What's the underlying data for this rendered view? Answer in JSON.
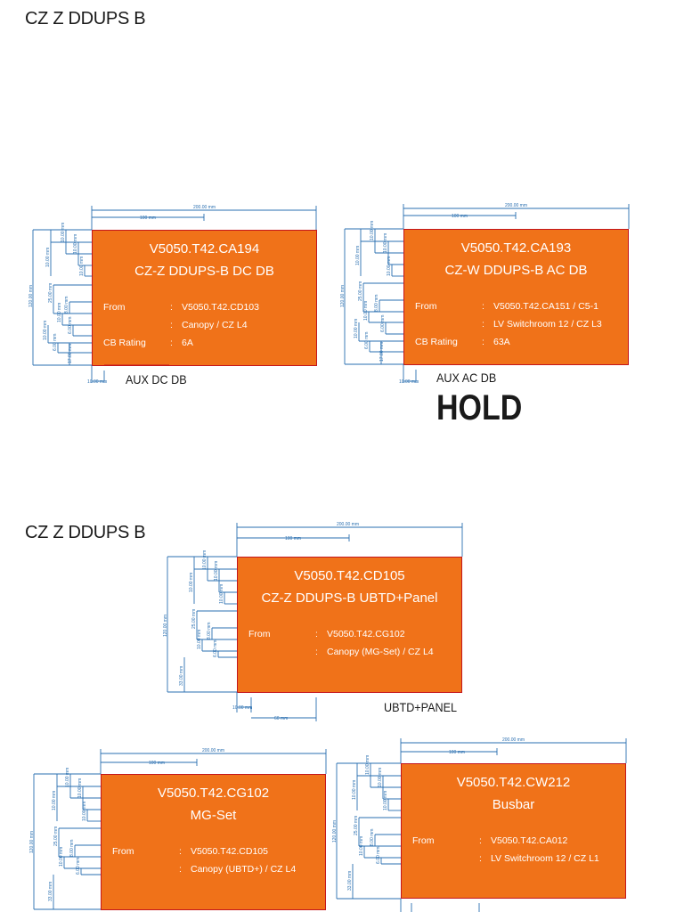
{
  "sections": [
    {
      "title": "CZ Z DDUPS B"
    },
    {
      "title": "CZ Z DDUPS B"
    }
  ],
  "hold_text": "HOLD",
  "labels": [
    {
      "code": "V5050.T42.CA194",
      "name": "CZ-Z DDUPS-B DC DB",
      "rows": [
        {
          "key": "From",
          "sep": ":",
          "value": "V5050.T42.CD103"
        },
        {
          "key": "",
          "sep": ":",
          "value": "Canopy / CZ L4"
        },
        {
          "key": "CB Rating",
          "sep": ":",
          "value": "6A"
        }
      ],
      "caption": "AUX DC DB"
    },
    {
      "code": "V5050.T42.CA193",
      "name": "CZ-W DDUPS-B AC DB",
      "rows": [
        {
          "key": "From",
          "sep": ":",
          "value": "V5050.T42.CA151 / C5-1"
        },
        {
          "key": "",
          "sep": ":",
          "value": "LV Switchroom 12 / CZ L3"
        },
        {
          "key": "CB Rating",
          "sep": ":",
          "value": "63A"
        }
      ],
      "caption": "AUX AC DB"
    },
    {
      "code": "V5050.T42.CD105",
      "name": "CZ-Z DDUPS-B UBTD+Panel",
      "rows": [
        {
          "key": "From",
          "sep": ":",
          "value": "V5050.T42.CG102"
        },
        {
          "key": "",
          "sep": ":",
          "value": "Canopy (MG-Set) / CZ L4"
        }
      ],
      "caption": "UBTD+PANEL"
    },
    {
      "code": "V5050.T42.CG102",
      "name": "MG-Set",
      "rows": [
        {
          "key": "From",
          "sep": ":",
          "value": "V5050.T42.CD105"
        },
        {
          "key": "",
          "sep": ":",
          "value": "Canopy (UBTD+) / CZ L4"
        }
      ],
      "caption": ""
    },
    {
      "code": "V5050.T42.CW212",
      "name": "Busbar",
      "rows": [
        {
          "key": "From",
          "sep": ":",
          "value": "V5050.T42.CA012"
        },
        {
          "key": "",
          "sep": ":",
          "value": "LV Switchroom 12 / CZ L1"
        }
      ],
      "caption": ""
    }
  ],
  "dimensions": {
    "width_total": "200.00 mm",
    "width_half": "100 mm",
    "height_total": "120.00 mm",
    "side_10": "10.00 mm",
    "side_25": "25.00 mm",
    "side_8": "8.00 mm",
    "side_6": "6.00 mm",
    "side_17": "17.00 mm",
    "side_33": "33.00 mm",
    "bottom_10": "10.00 mm",
    "bottom_60": "60 mm"
  },
  "colors": {
    "label_fill": "#f07219",
    "label_border": "#c4161c",
    "dimension": "#2a6fb0"
  }
}
